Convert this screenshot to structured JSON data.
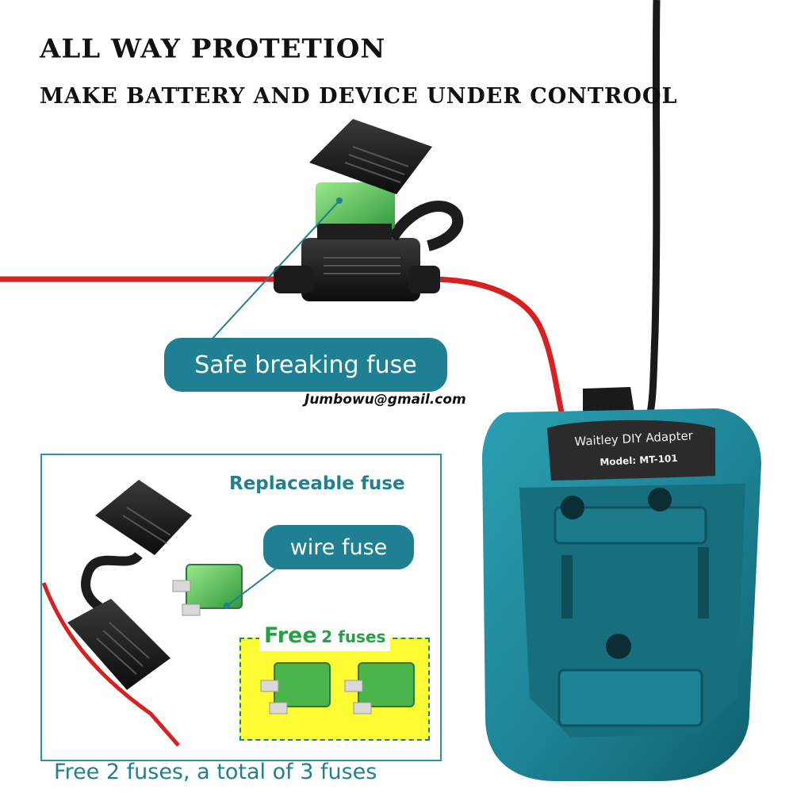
{
  "headline": {
    "title": "ALL WAY PROTETION",
    "subtitle": "MAKE BATTERY AND DEVICE UNDER CONTROOL"
  },
  "callouts": {
    "safe_fuse": "Safe breaking fuse",
    "email": "Jumbowu@gmail.com",
    "replaceable": "Replaceable fuse",
    "wire_fuse": "wire fuse",
    "free_big": "Free",
    "free_small": "2 fuses",
    "footer": "Free 2 fuses, a total of 3 fuses"
  },
  "adapter": {
    "name": "Waitley DIY Adapter",
    "model": "Model: MT-101"
  },
  "colors": {
    "accent_teal": "#1f7f93",
    "adapter_teal": "#1d8294",
    "wire_red": "#d92020",
    "fuse_green": "#4ab54a",
    "highlight_yellow": "#fdfb34",
    "free_green": "#24a045"
  },
  "icons": {
    "fuse_holder": "inline-fuse-holder-icon",
    "blade_fuse": "blade-fuse-icon",
    "adapter": "battery-adapter-icon"
  }
}
